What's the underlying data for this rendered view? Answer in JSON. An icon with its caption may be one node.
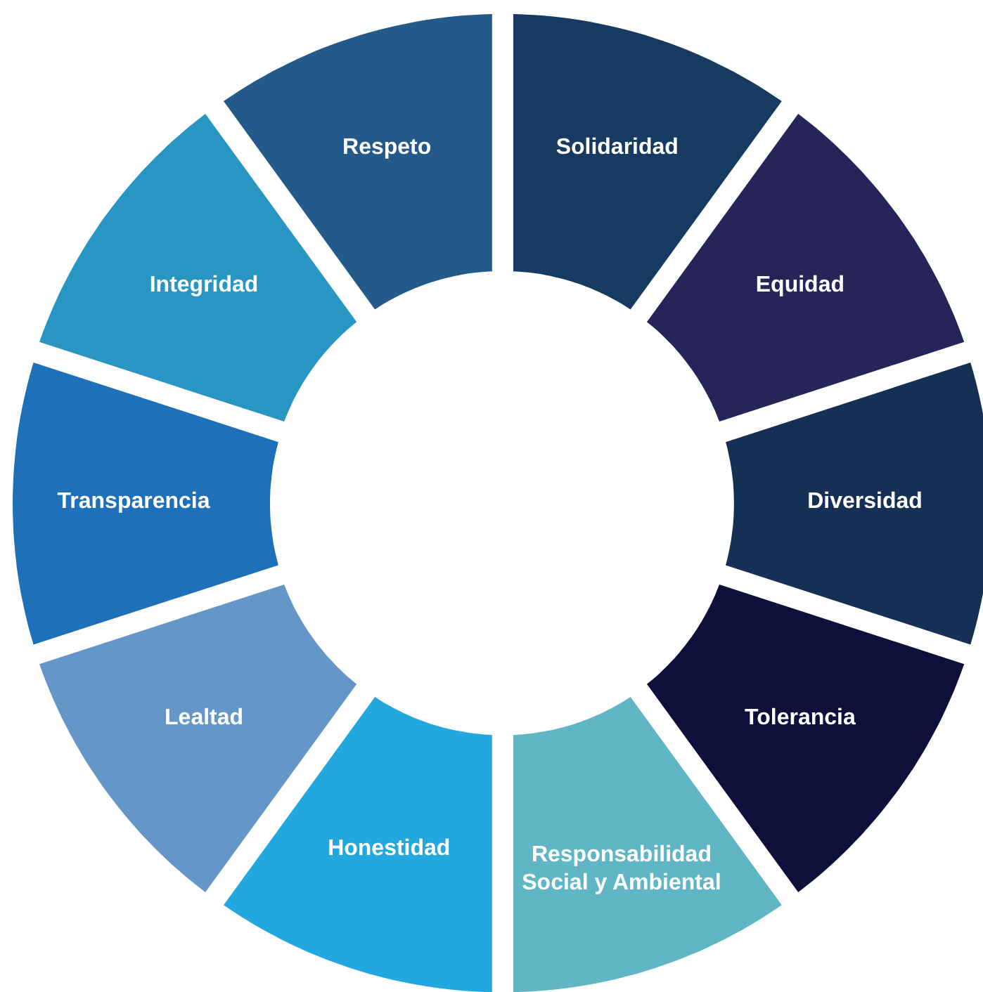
{
  "diagram": {
    "nodes": [
      {
        "text": [
          "Respeto"
        ]
      },
      {
        "text": [
          "Solidaridad"
        ]
      },
      {
        "text": [
          "Equidad"
        ]
      },
      {
        "text": [
          "Diversidad"
        ]
      },
      {
        "text": [
          "Tolerancia"
        ]
      },
      {
        "text": [
          "Responsabilidad Social y Ambiental"
        ]
      },
      {
        "text": [
          "Honestidad"
        ]
      },
      {
        "text": [
          "Lealtad"
        ]
      },
      {
        "text": [
          "Transparencia"
        ]
      },
      {
        "text": [
          "Integridad"
        ]
      }
    ]
  }
}
